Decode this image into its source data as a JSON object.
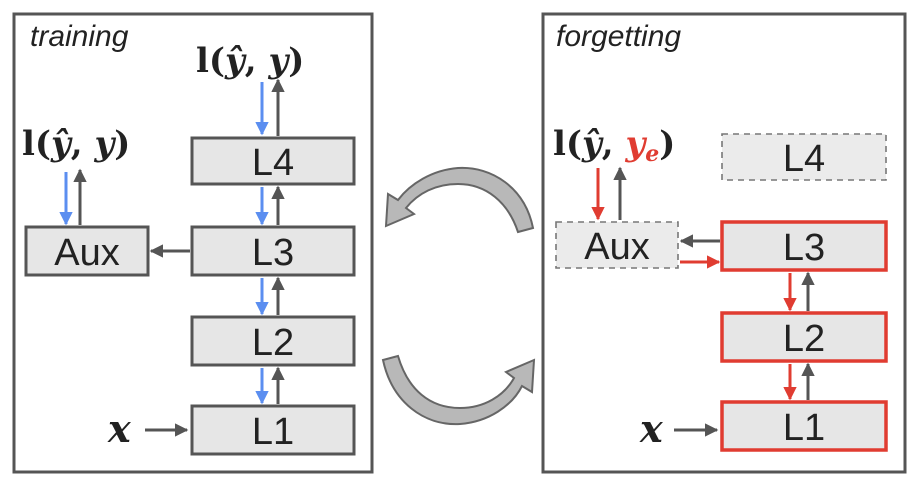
{
  "training_panel": {
    "title": "training",
    "loss_top": [
      "l(",
      "ŷ",
      ", ",
      "y",
      ")"
    ],
    "loss_aux": [
      "l(",
      "ŷ",
      ", ",
      "y",
      ")"
    ],
    "input": "x",
    "layers": {
      "l4": "L4",
      "l3": "L3",
      "l2": "L2",
      "l1": "L1"
    },
    "aux": "Aux"
  },
  "forgetting_panel": {
    "title": "forgetting",
    "loss_aux": [
      "l(",
      "ŷ",
      ", ",
      "y",
      "e",
      ")"
    ],
    "input": "x",
    "layers": {
      "l4": "L4",
      "l3": "L3",
      "l2": "L2",
      "l1": "L1"
    },
    "aux": "Aux"
  },
  "colors": {
    "backward_training": "#5b8ef0",
    "forgetting_highlight": "#e03c31",
    "box_fill": "#e6e6e6",
    "outline": "#555555"
  }
}
